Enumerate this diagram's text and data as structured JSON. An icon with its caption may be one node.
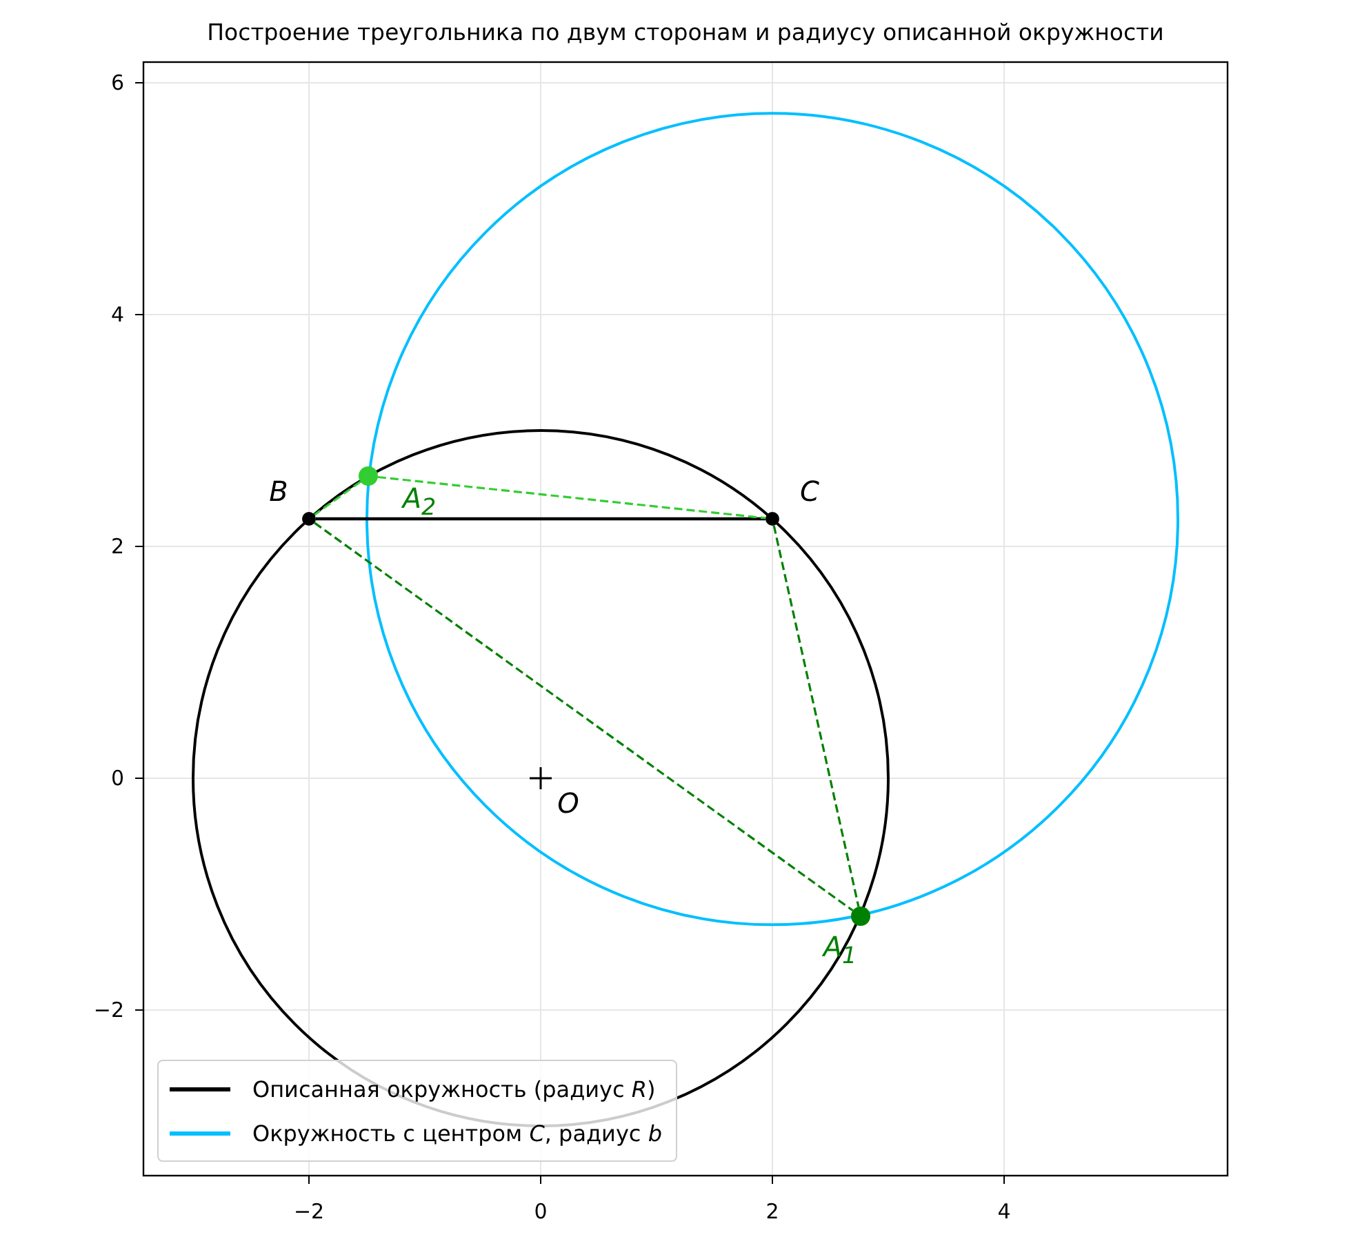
{
  "diagram": {
    "title": "Построение треугольника по двум сторонам и радиусу описанной окружности",
    "nodes": [
      {
        "text": [],
        "shape": "circle",
        "beside": [
          "*A*$_{2}$"
        ]
      },
      {
        "text": [],
        "shape": "circle",
        "beside": [
          "B"
        ]
      },
      {
        "text": [],
        "shape": "circle",
        "beside": [
          "C"
        ]
      },
      {
        "text": [],
        "shape": "circle",
        "beside": [
          "*A*$_{1}$"
        ]
      }
    ],
    "edges": [
      {
        "from": 1,
        "to": 2,
        "arrow": "none",
        "color": "#000000"
      },
      {
        "from": 0,
        "to": 1,
        "arrow": "none",
        "style": "dashed",
        "color": "#32cd32"
      },
      {
        "from": 0,
        "to": 2,
        "arrow": "none",
        "style": "dashed",
        "color": "#32cd32"
      },
      {
        "from": 1,
        "to": 3,
        "arrow": "none",
        "style": "dashed",
        "color": "#008000"
      },
      {
        "from": 2,
        "to": 3,
        "arrow": "none",
        "style": "dashed",
        "color": "#008000"
      }
    ],
    "labels": [
      "6",
      "4",
      "2",
      "0",
      "−2",
      "O",
      "−2",
      "0",
      "2",
      "4"
    ],
    "legend": [
      {
        "text": "Описанная окружность (радиус *R*)"
      },
      {
        "text": "Окружность с центром *C*, радиус *b*"
      }
    ]
  }
}
